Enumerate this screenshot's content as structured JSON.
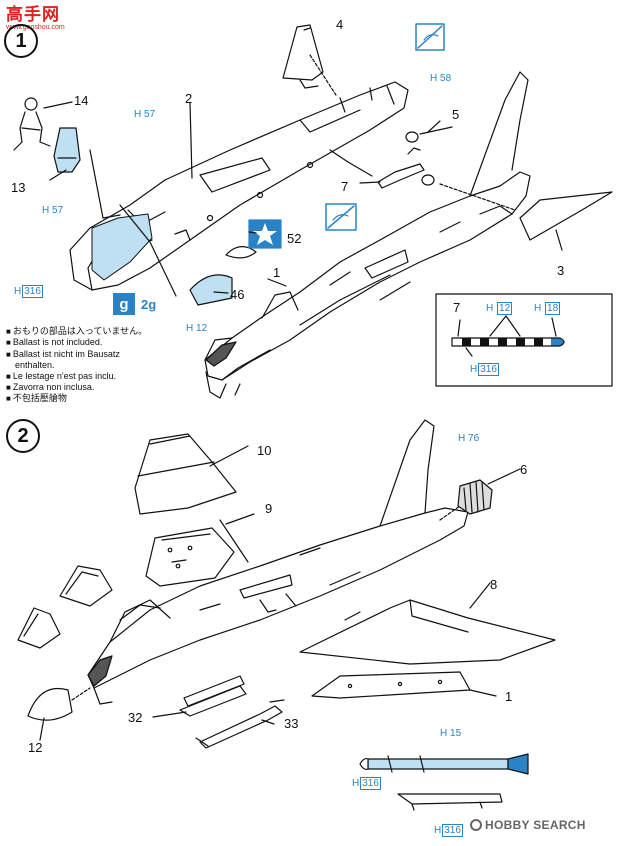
{
  "watermark": {
    "brand": "高手网",
    "url": "www.gaoshou.com"
  },
  "steps": [
    {
      "label": "1"
    },
    {
      "label": "2"
    }
  ],
  "callouts": {
    "n1": "1",
    "n2": "2",
    "n3": "3",
    "n4": "4",
    "n5": "5",
    "n7a": "7",
    "n7b": "7",
    "n13": "13",
    "n14": "14",
    "n46": "46",
    "n52": "52",
    "n1b": "1",
    "n6": "6",
    "n8": "8",
    "n9": "9",
    "n10": "10",
    "n12": "12",
    "n32": "32",
    "n33": "33"
  },
  "color_refs": {
    "h58": "58",
    "h57a": "57",
    "h57b": "57",
    "h316a": "316",
    "h12a": "12",
    "h12b": "12",
    "h18": "18",
    "h316b": "316",
    "h76": "76",
    "h15": "15",
    "h316c": "316",
    "h316d": "316",
    "prefix": "H"
  },
  "weight": {
    "icon": "g",
    "value": "2g"
  },
  "ballast_notes": [
    "おもりの部品は入っていません。",
    "Ballast is not included.",
    "Ballast ist nicht im Bausatz",
    "enthalten.",
    "Le lestage n'est pas inclu.",
    "Zavorra non inclusa.",
    "不包括壓艙物"
  ],
  "source_mark": "HOBBY SEARCH",
  "colors": {
    "accent": "#2a83c6",
    "line": "#111111",
    "watermark": "#dd2222"
  }
}
